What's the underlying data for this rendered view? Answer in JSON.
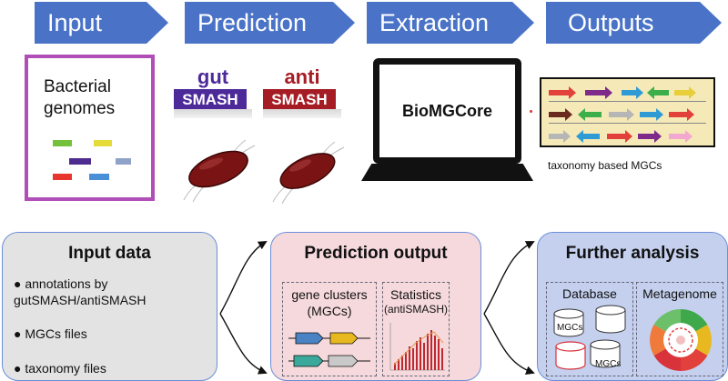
{
  "stages": {
    "input": "Input",
    "prediction": "Prediction",
    "extraction": "Extraction",
    "outputs": "Outputs"
  },
  "input_card": {
    "line1": "Bacterial",
    "line2": "genomes"
  },
  "gutsmash_logo": {
    "top": "gut",
    "bottom": "SMASH"
  },
  "antismash_logo": {
    "top": "anti",
    "bottom": "SMASH"
  },
  "laptop_label": "BioMGCore",
  "outputs_caption": "taxonomy based MGCs",
  "input_data_box": {
    "title": "Input data",
    "bullets": [
      {
        "line1": "annotations by",
        "line2": "gutSMASH/antiSMASH"
      },
      {
        "line1": "MGCs files"
      },
      {
        "line1": "taxonomy files"
      }
    ]
  },
  "prediction_box": {
    "title": "Prediction output",
    "clusters_label": {
      "line1": "gene clusters",
      "line2": "(MGCs)"
    },
    "statistics_label": {
      "line1": "Statistics",
      "line2": "(antiSMASH)"
    }
  },
  "further_box": {
    "title": "Further analysis",
    "database_label": "Database",
    "metagenome_label": "Metagenome",
    "mgcs_label_1": "MGCs",
    "mgcs_label_2": "MGCs"
  },
  "colors": {
    "banner": "#4a73c7",
    "input_border": "#b04fb8",
    "gutsmash_bar": "#4d2a9a",
    "antismash_bar": "#a61c24",
    "input_box_fill": "#e3e3e3",
    "prediction_box_fill": "#f6d9dc",
    "further_box_fill": "#c4d0ee"
  }
}
